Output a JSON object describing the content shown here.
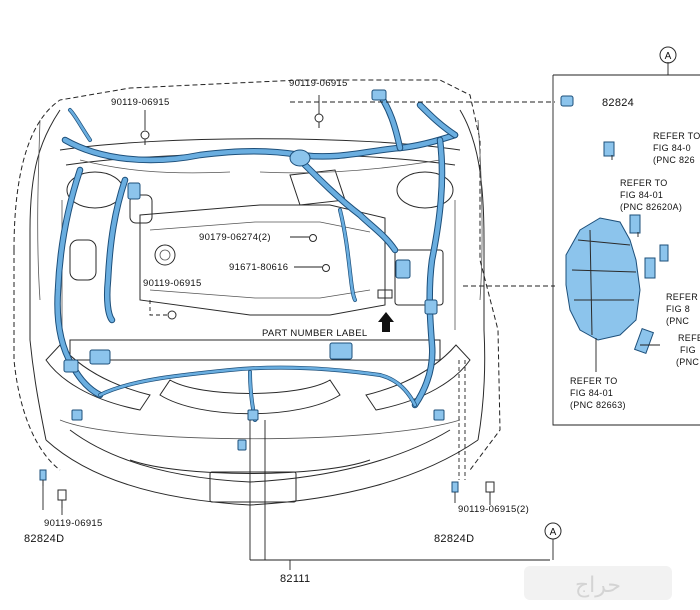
{
  "labels": {
    "bolt_left_top": "90119-06915",
    "bolt_center_top": "90119-06915",
    "clip_center_1": "90179-06274(2)",
    "clip_center_2": "91671-80616",
    "bolt_left_mid": "90119-06915",
    "part_number_label": "PART NUMBER LABEL",
    "bolt_bottom_left": "90119-06915",
    "part_82824d_left": "82824D",
    "bolt_bottom_right": "90119-06915(2)",
    "part_82824d_right": "82824D",
    "part_82111": "82111",
    "part_82824": "82824",
    "callout_a": "A"
  },
  "refer_notes": {
    "note1": [
      "REFER TO",
      "FIG 84-0",
      "(PNC 826"
    ],
    "note2": [
      "REFER TO",
      "FIG 84-01",
      "(PNC 82620A)"
    ],
    "note3": [
      "REFER",
      "FIG 8",
      "(PNC"
    ],
    "note4": [
      "REFE",
      "FIG",
      "(PNC"
    ],
    "note5": [
      "REFER TO",
      "FIG 84-01",
      "(PNC 82663)"
    ]
  },
  "watermark": "حراج",
  "colors": {
    "harness_fill": "#6aaee0",
    "harness_outline": "#1d4f7a",
    "line": "#222222"
  }
}
